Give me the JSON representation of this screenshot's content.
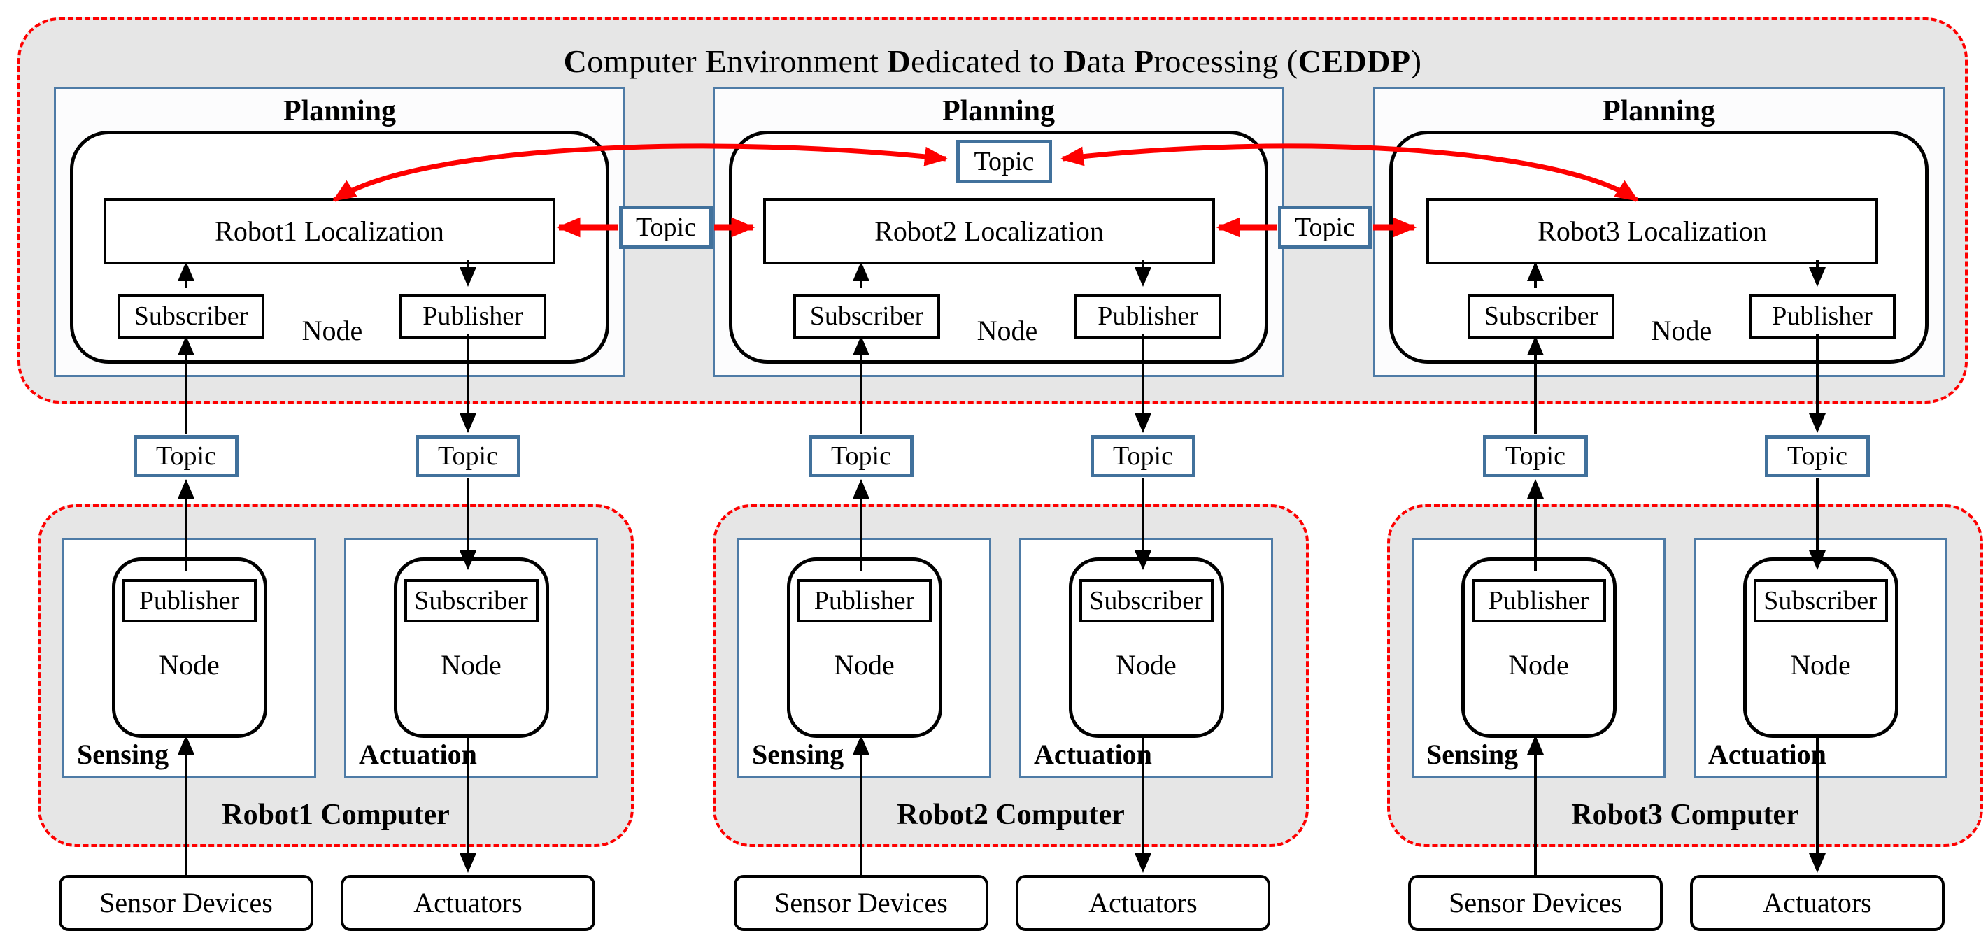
{
  "colors": {
    "accent_red": "#fe0000",
    "panel_border_blue": "#4e7ba6",
    "topic_border_blue": "#41719c",
    "container_gray": "#e6e6e6"
  },
  "title": {
    "segments": [
      {
        "text": "C",
        "bold": true
      },
      {
        "text": "omputer ",
        "bold": false
      },
      {
        "text": "E",
        "bold": true
      },
      {
        "text": "nvironment ",
        "bold": false
      },
      {
        "text": "D",
        "bold": true
      },
      {
        "text": "edicated to ",
        "bold": false
      },
      {
        "text": "D",
        "bold": true
      },
      {
        "text": "ata ",
        "bold": false
      },
      {
        "text": "P",
        "bold": true
      },
      {
        "text": "rocessing (",
        "bold": false
      },
      {
        "text": "CEDDP",
        "bold": true
      },
      {
        "text": ")",
        "bold": false
      }
    ]
  },
  "planning_units": [
    {
      "label": "Planning",
      "localization": "Robot1 Localization",
      "subscriber": "Subscriber",
      "publisher": "Publisher",
      "node": "Node"
    },
    {
      "label": "Planning",
      "localization": "Robot2 Localization",
      "subscriber": "Subscriber",
      "publisher": "Publisher",
      "node": "Node"
    },
    {
      "label": "Planning",
      "localization": "Robot3 Localization",
      "subscriber": "Subscriber",
      "publisher": "Publisher",
      "node": "Node"
    }
  ],
  "topics": {
    "top": "Topic",
    "inter": [
      "Topic",
      "Topic"
    ],
    "channel": [
      "Topic",
      "Topic",
      "Topic",
      "Topic",
      "Topic",
      "Topic"
    ]
  },
  "robot_computers": [
    {
      "label": "Robot1 Computer",
      "sensing_label": "Sensing",
      "actuation_label": "Actuation",
      "sensing_node": {
        "publisher": "Publisher",
        "node": "Node"
      },
      "actuation_node": {
        "subscriber": "Subscriber",
        "node": "Node"
      },
      "sensor_devices": "Sensor Devices",
      "actuators": "Actuators"
    },
    {
      "label": "Robot2 Computer",
      "sensing_label": "Sensing",
      "actuation_label": "Actuation",
      "sensing_node": {
        "publisher": "Publisher",
        "node": "Node"
      },
      "actuation_node": {
        "subscriber": "Subscriber",
        "node": "Node"
      },
      "sensor_devices": "Sensor Devices",
      "actuators": "Actuators"
    },
    {
      "label": "Robot3 Computer",
      "sensing_label": "Sensing",
      "actuation_label": "Actuation",
      "sensing_node": {
        "publisher": "Publisher",
        "node": "Node"
      },
      "actuation_node": {
        "subscriber": "Subscriber",
        "node": "Node"
      },
      "sensor_devices": "Sensor Devices",
      "actuators": "Actuators"
    }
  ]
}
